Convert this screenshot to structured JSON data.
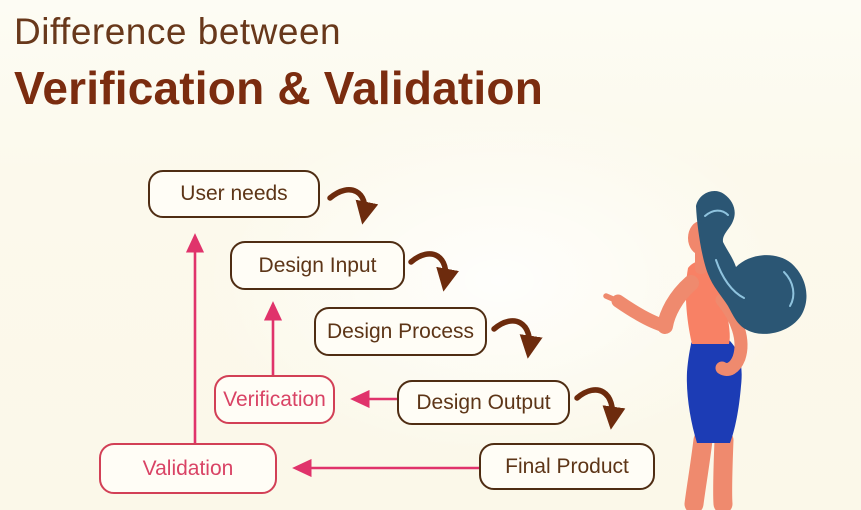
{
  "title": {
    "line1": "Difference between",
    "line2": "Verification & Validation"
  },
  "flowchart": {
    "nodes": [
      {
        "id": "user-needs",
        "label": "User needs",
        "style": "brown"
      },
      {
        "id": "design-input",
        "label": "Design Input",
        "style": "brown"
      },
      {
        "id": "design-process",
        "label": "Design Process",
        "style": "brown"
      },
      {
        "id": "design-output",
        "label": "Design Output",
        "style": "brown"
      },
      {
        "id": "final-product",
        "label": "Final Product",
        "style": "brown"
      },
      {
        "id": "verification",
        "label": "Verification",
        "style": "pink"
      },
      {
        "id": "validation",
        "label": "Validation",
        "style": "pink"
      }
    ],
    "edges": [
      {
        "from": "User needs",
        "to": "Design Input",
        "style": "curved",
        "color": "brown"
      },
      {
        "from": "Design Input",
        "to": "Design Process",
        "style": "curved",
        "color": "brown"
      },
      {
        "from": "Design Process",
        "to": "Design Output",
        "style": "curved",
        "color": "brown"
      },
      {
        "from": "Design Output",
        "to": "Final Product",
        "style": "curved",
        "color": "brown"
      },
      {
        "from": "Design Output",
        "to": "Verification",
        "style": "straight",
        "color": "pink"
      },
      {
        "from": "Verification",
        "to": "Design Input",
        "style": "straight",
        "color": "pink"
      },
      {
        "from": "Final Product",
        "to": "Validation",
        "style": "straight",
        "color": "pink"
      },
      {
        "from": "Validation",
        "to": "User needs",
        "style": "straight",
        "color": "pink"
      }
    ]
  },
  "illustration": {
    "description": "woman seen from behind with long flowing dark-blue hair, coral top and royal-blue pencil skirt, pointing at the diagram"
  },
  "colors": {
    "background_cream": "#fbf8e9",
    "title_regular": "#68381b",
    "title_bold": "#7b2c0f",
    "box_border_brown": "#4f2d13",
    "box_text_brown": "#5d3517",
    "box_fill": "#fffdf6",
    "pink_border": "#d24056",
    "pink_text": "#d94365",
    "pink_arrow": "#e0336b",
    "brown_arrow": "#6d2b0d",
    "skin": "#f1876c",
    "top_coral": "#f88165",
    "skirt_blue": "#1c3cb5",
    "hair_blue": "#2b5674",
    "hair_strand": "#8fc3de"
  }
}
